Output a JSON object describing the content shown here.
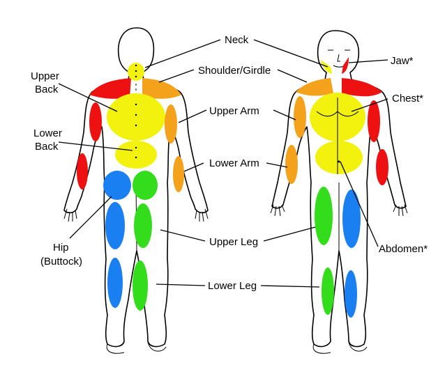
{
  "labels": {
    "neck": "Neck",
    "jaw": "Jaw*",
    "upper_back_1": "Upper",
    "upper_back_2": "Back",
    "shoulder_girdle": "Shoulder/Girdle",
    "chest": "Chest*",
    "upper_arm": "Upper Arm",
    "lower_back_1": "Lower",
    "lower_back_2": "Back",
    "lower_arm": "Lower Arm",
    "hip_1": "Hip",
    "hip_2": "(Buttock)",
    "upper_leg": "Upper Leg",
    "abdomen": "Abdomen*",
    "lower_leg": "Lower Leg"
  },
  "colors": {
    "red": "#ee1111",
    "orange": "#f4a21c",
    "yellow": "#f2f20e",
    "green": "#33dd1c",
    "blue": "#1a7ff0"
  }
}
